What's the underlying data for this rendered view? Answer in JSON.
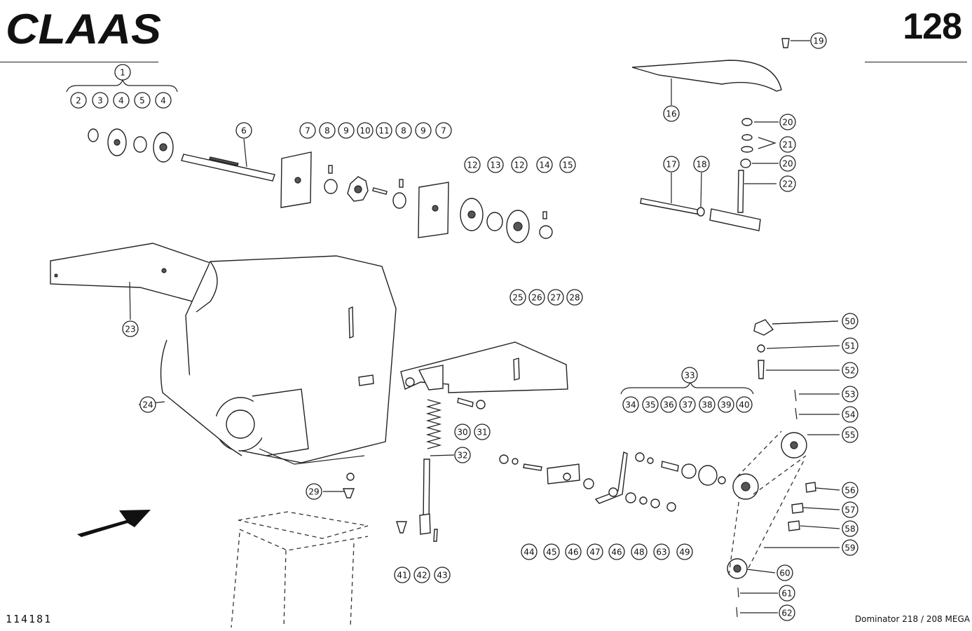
{
  "header": {
    "brand": "CLAAS",
    "page_number": "128"
  },
  "footer": {
    "drawing_number": "114181",
    "model": "Dominator 218 / 208 MEGA"
  },
  "diagram": {
    "callouts": [
      "1",
      "2",
      "3",
      "4",
      "5",
      "4",
      "6",
      "7",
      "8",
      "9",
      "10",
      "11",
      "8",
      "9",
      "7",
      "12",
      "13",
      "12",
      "14",
      "15",
      "16",
      "19",
      "20",
      "21",
      "20",
      "22",
      "17",
      "18",
      "23",
      "24",
      "25",
      "26",
      "27",
      "28",
      "29",
      "30",
      "31",
      "32",
      "33",
      "34",
      "35",
      "36",
      "37",
      "38",
      "39",
      "40",
      "41",
      "42",
      "43",
      "44",
      "45",
      "46",
      "47",
      "46",
      "48",
      "63",
      "49",
      "50",
      "51",
      "52",
      "53",
      "54",
      "55",
      "56",
      "57",
      "58",
      "59",
      "60",
      "61",
      "62"
    ]
  }
}
